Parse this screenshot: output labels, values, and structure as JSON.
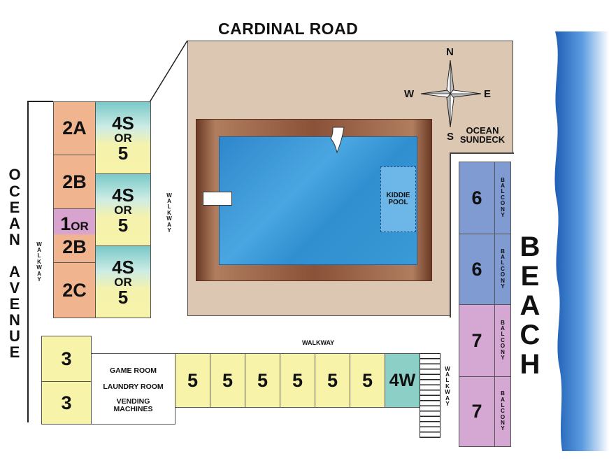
{
  "roads": {
    "cardinal_road": "CARDINAL ROAD",
    "ocean_avenue": "OCEAN AVENUE",
    "beach": "BEACH"
  },
  "walkways": {
    "left_vertical": "WALKWAY",
    "middle_vertical": "WALKWAY",
    "bottom_horizontal": "WALKWAY",
    "right_vertical": "WALKWAY"
  },
  "compass": {
    "n": "N",
    "s": "S",
    "e": "E",
    "w": "W"
  },
  "areas": {
    "ocean_sundeck_line1": "OCEAN",
    "ocean_sundeck_line2": "SUNDECK",
    "kiddie_pool_line1": "KIDDIE",
    "kiddie_pool_line2": "POOL",
    "game_room": "GAME ROOM",
    "laundry_room": "LAUNDRY ROOM",
    "vending_line1": "VENDING",
    "vending_line2": "MACHINES"
  },
  "left_units": {
    "u2a": "2A",
    "u2b": "2B",
    "u1or2b_line1": "1",
    "u1or2b_or": "OR",
    "u1or2b_line2": "2B",
    "u2c": "2C"
  },
  "middle_units": {
    "top_line1": "4S",
    "top_line2": "OR",
    "top_line3": "5",
    "mid_line1": "4S",
    "mid_line2": "OR",
    "mid_line3": "5",
    "bot_line1": "4S",
    "bot_line2": "OR",
    "bot_line3": "5"
  },
  "bottom_units": {
    "u3_top": "3",
    "u3_bottom": "3",
    "row": [
      "5",
      "5",
      "5",
      "5",
      "5",
      "5"
    ],
    "u4w": "4W"
  },
  "right_units": {
    "u6_top": "6",
    "u6_bottom": "6",
    "u7_top": "7",
    "u7_bottom": "7",
    "balcony": "BALCONY"
  },
  "colors": {
    "orange": "#f0b48e",
    "yellow": "#f7f3a9",
    "purple": "#d4a8d2",
    "blue": "#7f9bd2",
    "teal": "#8ccfc7",
    "deck": "#dcc7b3",
    "pool": "#3a9ad6",
    "ocean": "#3d7fc9"
  }
}
